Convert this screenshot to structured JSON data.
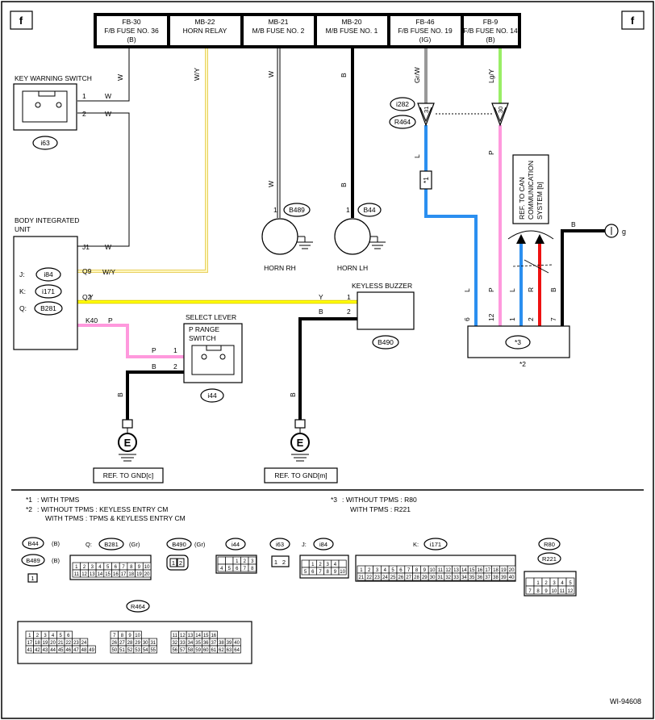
{
  "diagram_tag": "WI-94608",
  "page_marker": "f",
  "fuse_header": [
    {
      "id": "FB-30",
      "line1": "F/B FUSE NO. 36",
      "line2": "(B)"
    },
    {
      "id": "MB-22",
      "line1": "HORN RELAY",
      "line2": ""
    },
    {
      "id": "MB-21",
      "line1": "M/B FUSE NO. 2",
      "line2": ""
    },
    {
      "id": "MB-20",
      "line1": "M/B FUSE NO. 1",
      "line2": ""
    },
    {
      "id": "FB-46",
      "line1": "F/B FUSE NO. 19",
      "line2": "(IG)"
    },
    {
      "id": "FB-9",
      "line1": "F/B FUSE NO. 14",
      "line2": "(B)"
    }
  ],
  "wire_colors": {
    "W": "W",
    "WY": "W/Y",
    "B": "B",
    "GrW": "Gr/W",
    "LgY": "Lg/Y",
    "L": "L",
    "P": "P",
    "Y": "Y",
    "R": "R"
  },
  "color_codes": {
    "yellow": "#ffff00",
    "pink": "#ff99dd",
    "blue": "#2b8ff0",
    "green": "#99ee66",
    "red": "#ee1111",
    "black": "#000000",
    "grey": "#aaaaaa",
    "light_yellow": "#fff0a0"
  },
  "key_warning_switch": {
    "title": "KEY WARNING SWITCH",
    "pin1": "1",
    "pin2": "2",
    "connector": "i63"
  },
  "body_integrated_unit": {
    "title_line1": "BODY INTEGRATED",
    "title_line2": "UNIT",
    "conn_j_label": "J:",
    "conn_j": "i84",
    "conn_k_label": "K:",
    "conn_k": "i171",
    "conn_q_label": "Q:",
    "conn_q": "B281",
    "pin_j1": "J1",
    "pin_q9": "Q9",
    "pin_q2": "Q2",
    "pin_k40": "K40"
  },
  "horn_rh": {
    "label": "HORN RH",
    "connector": "B489",
    "pin": "1"
  },
  "horn_lh": {
    "label": "HORN LH",
    "connector": "B44",
    "pin": "1"
  },
  "keyless_buzzer": {
    "title": "KEYLESS BUZZER",
    "connector": "B490",
    "pin1": "1",
    "pin2": "2"
  },
  "select_lever": {
    "title": "SELECT LEVER",
    "switch_line1": "P RANGE",
    "switch_line2": "SWITCH",
    "connector": "i44",
    "pin1": "1",
    "pin2": "2"
  },
  "connectors": {
    "i282": "i282",
    "r464": "R464",
    "pin31": "31",
    "pin30": "30",
    "star1": "*1"
  },
  "can_ref": {
    "line1": "REF. TO CAN",
    "line2": "COMMUNICATION",
    "line3": "SYSTEM [b]"
  },
  "ground_symbol": "g",
  "control_module": {
    "label": "*3",
    "note": "*2",
    "pins": [
      "6",
      "12",
      "1",
      "2",
      "7"
    ]
  },
  "ground_e": "E",
  "ref_gnd_c": "REF. TO GND[c]",
  "ref_gnd_m": "REF. TO GND[m]",
  "notes": [
    {
      "mark": "*1",
      "text": ": WITH TPMS"
    },
    {
      "mark": "*2",
      "text": ": WITHOUT TPMS  : KEYLESS ENTRY CM"
    },
    {
      "mark": "",
      "text": "WITH TPMS  : TPMS & KEYLESS ENTRY CM"
    },
    {
      "mark": "*3",
      "text": ": WITHOUT TPMS  : R80"
    },
    {
      "mark": "",
      "text": "WITH TPMS  : R221"
    }
  ],
  "connector_views": {
    "b44": "B44",
    "b44_color": "(B)",
    "b489": "B489",
    "b489_color": "(B)",
    "q_label": "Q:",
    "b281": "B281",
    "b281_color": "(Gr)",
    "b490": "B490",
    "b490_color": "(Gr)",
    "i44": "i44",
    "i63": "i63",
    "j_label": "J:",
    "i84": "i84",
    "k_label": "K:",
    "i171": "i171",
    "r80": "R80",
    "r221": "R221",
    "r464": "R464"
  }
}
